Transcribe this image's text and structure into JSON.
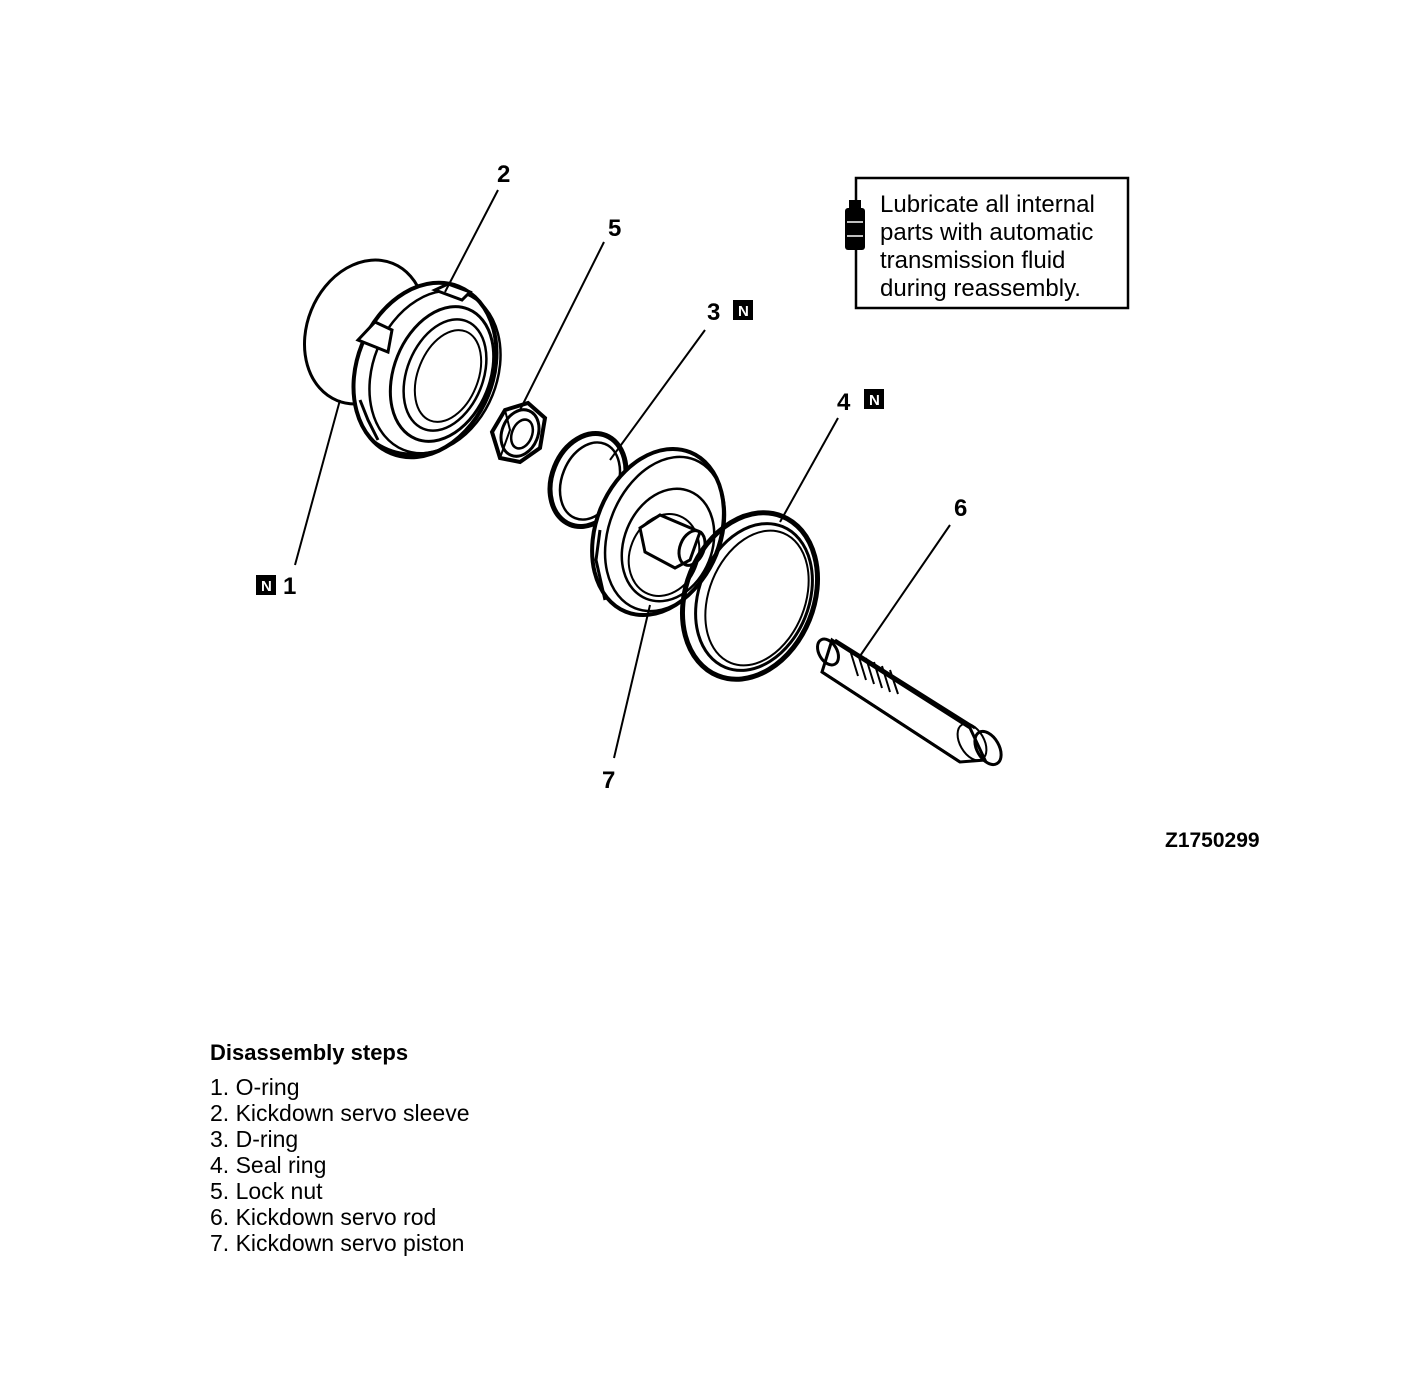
{
  "note": {
    "lines": [
      "Lubricate all internal",
      "parts with automatic",
      "transmission fluid",
      "during reassembly."
    ]
  },
  "figure_id": "Z1750299",
  "callouts": {
    "c1": "1",
    "c2": "2",
    "c3": "3",
    "c4": "4",
    "c5": "5",
    "c6": "6",
    "c7": "7",
    "badge": "N"
  },
  "disassembly": {
    "heading": "Disassembly steps",
    "steps": [
      {
        "num": "1.",
        "label": "O-ring"
      },
      {
        "num": "2.",
        "label": "Kickdown servo sleeve"
      },
      {
        "num": "3.",
        "label": "D-ring"
      },
      {
        "num": "4.",
        "label": "Seal ring"
      },
      {
        "num": "5.",
        "label": "Lock nut"
      },
      {
        "num": "6.",
        "label": "Kickdown servo rod"
      },
      {
        "num": "7.",
        "label": "Kickdown servo piston"
      }
    ]
  }
}
